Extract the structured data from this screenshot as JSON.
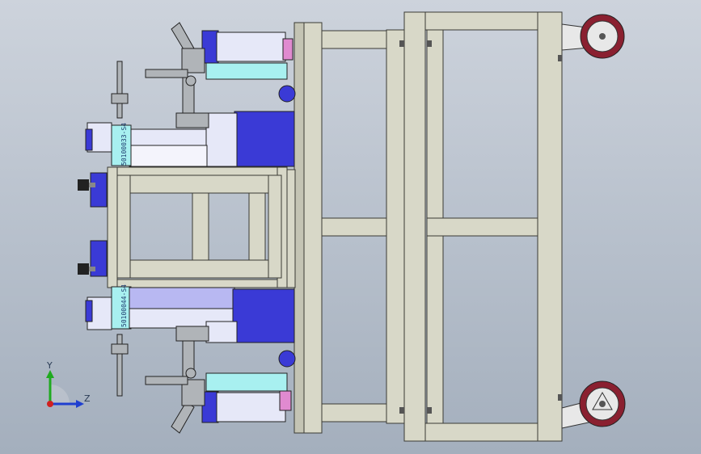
{
  "view": {
    "title": "Cart fixture assembly - top view"
  },
  "labels": {
    "part_upper": "50100033-S4",
    "part_lower": "50100044-S4"
  },
  "triad": {
    "y_axis": "Y",
    "z_axis": "Z"
  },
  "colors": {
    "frame": "#d8d8c8",
    "frame_edge": "#3a3a34",
    "block_blue": "#3a3ad6",
    "block_light": "#e6e8f8",
    "block_lavender": "#b8b8f2",
    "cyan_plate": "#a8f0f0",
    "wheel_tire": "#8a2030",
    "wheel_hub": "#e8e8e8",
    "clamp_grey": "#b0b4b8"
  }
}
